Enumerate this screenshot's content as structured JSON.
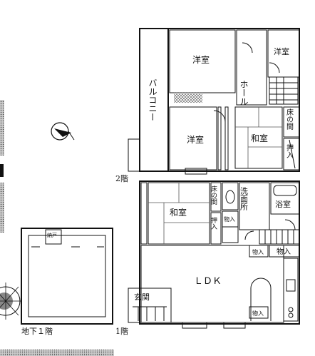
{
  "labels": {
    "floor2": "2階",
    "floor1": "1階",
    "basement": "地下１階",
    "basement_room": "納戸",
    "yoshitsu1": "洋室",
    "yoshitsu2": "洋室",
    "yoshitsu3": "洋室",
    "hall": "ホール",
    "balcony": "バルコニー",
    "washitsu2f": "和室",
    "tokonoma2f": "床の間",
    "oshiire2f": "押入",
    "washitsu1f": "和室",
    "tokonoma1f": "床の間",
    "oshiire1f": "押入",
    "senmenjo": "洗面所",
    "yokushitsu": "浴室",
    "monoire1": "物入",
    "monoire2": "物入",
    "monoire3": "物入",
    "monoire4": "物入",
    "toilet": "トイレ",
    "ldk": "ＬＤＫ",
    "genkan": "玄関"
  }
}
